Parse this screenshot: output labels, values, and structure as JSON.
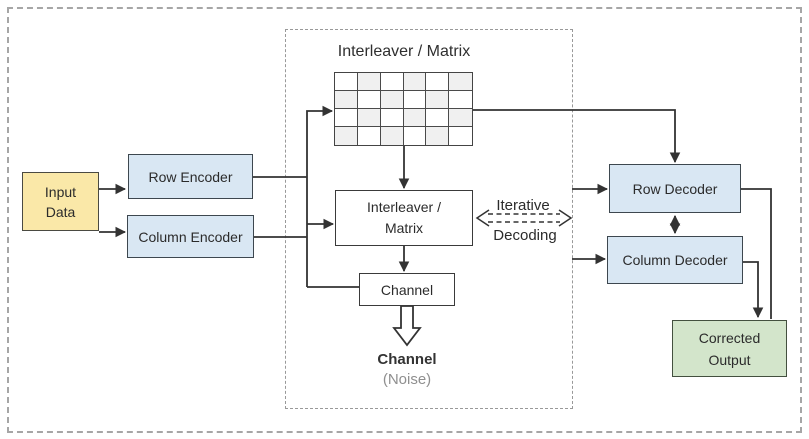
{
  "title": {
    "interleaver_matrix": "Interleaver / Matrix"
  },
  "nodes": {
    "input_data": {
      "line1": "Input",
      "line2": "Data"
    },
    "row_encoder": {
      "label": "Row Encoder"
    },
    "column_encoder": {
      "label": "Column Encoder"
    },
    "interleaver_matrix_box": {
      "line1": "Interleaver /",
      "line2": "Matrix"
    },
    "channel_box": {
      "label": "Channel"
    },
    "row_decoder": {
      "label": "Row Decoder"
    },
    "column_decoder": {
      "label": "Column Decoder"
    },
    "corrected_output": {
      "line1": "Corrected",
      "line2": "Output"
    }
  },
  "annotations": {
    "iterative_line1": "Iterative",
    "iterative_line2": "Decoding",
    "channel_label": "Channel",
    "noise_label": "(Noise)"
  },
  "grid": {
    "rows": 4,
    "cols": 6
  },
  "colors": {
    "input_fill": "#fae8a8",
    "encoder_decoder_fill": "#d9e7f3",
    "output_fill": "#d3e5cb",
    "box_border": "#3d474f",
    "line": "#333333",
    "grid_alt_cell": "#f0f0f0",
    "dashed_border": "#a6a6a6",
    "inner_dashed_border": "#999999",
    "noise_text": "#8f8f8f"
  }
}
